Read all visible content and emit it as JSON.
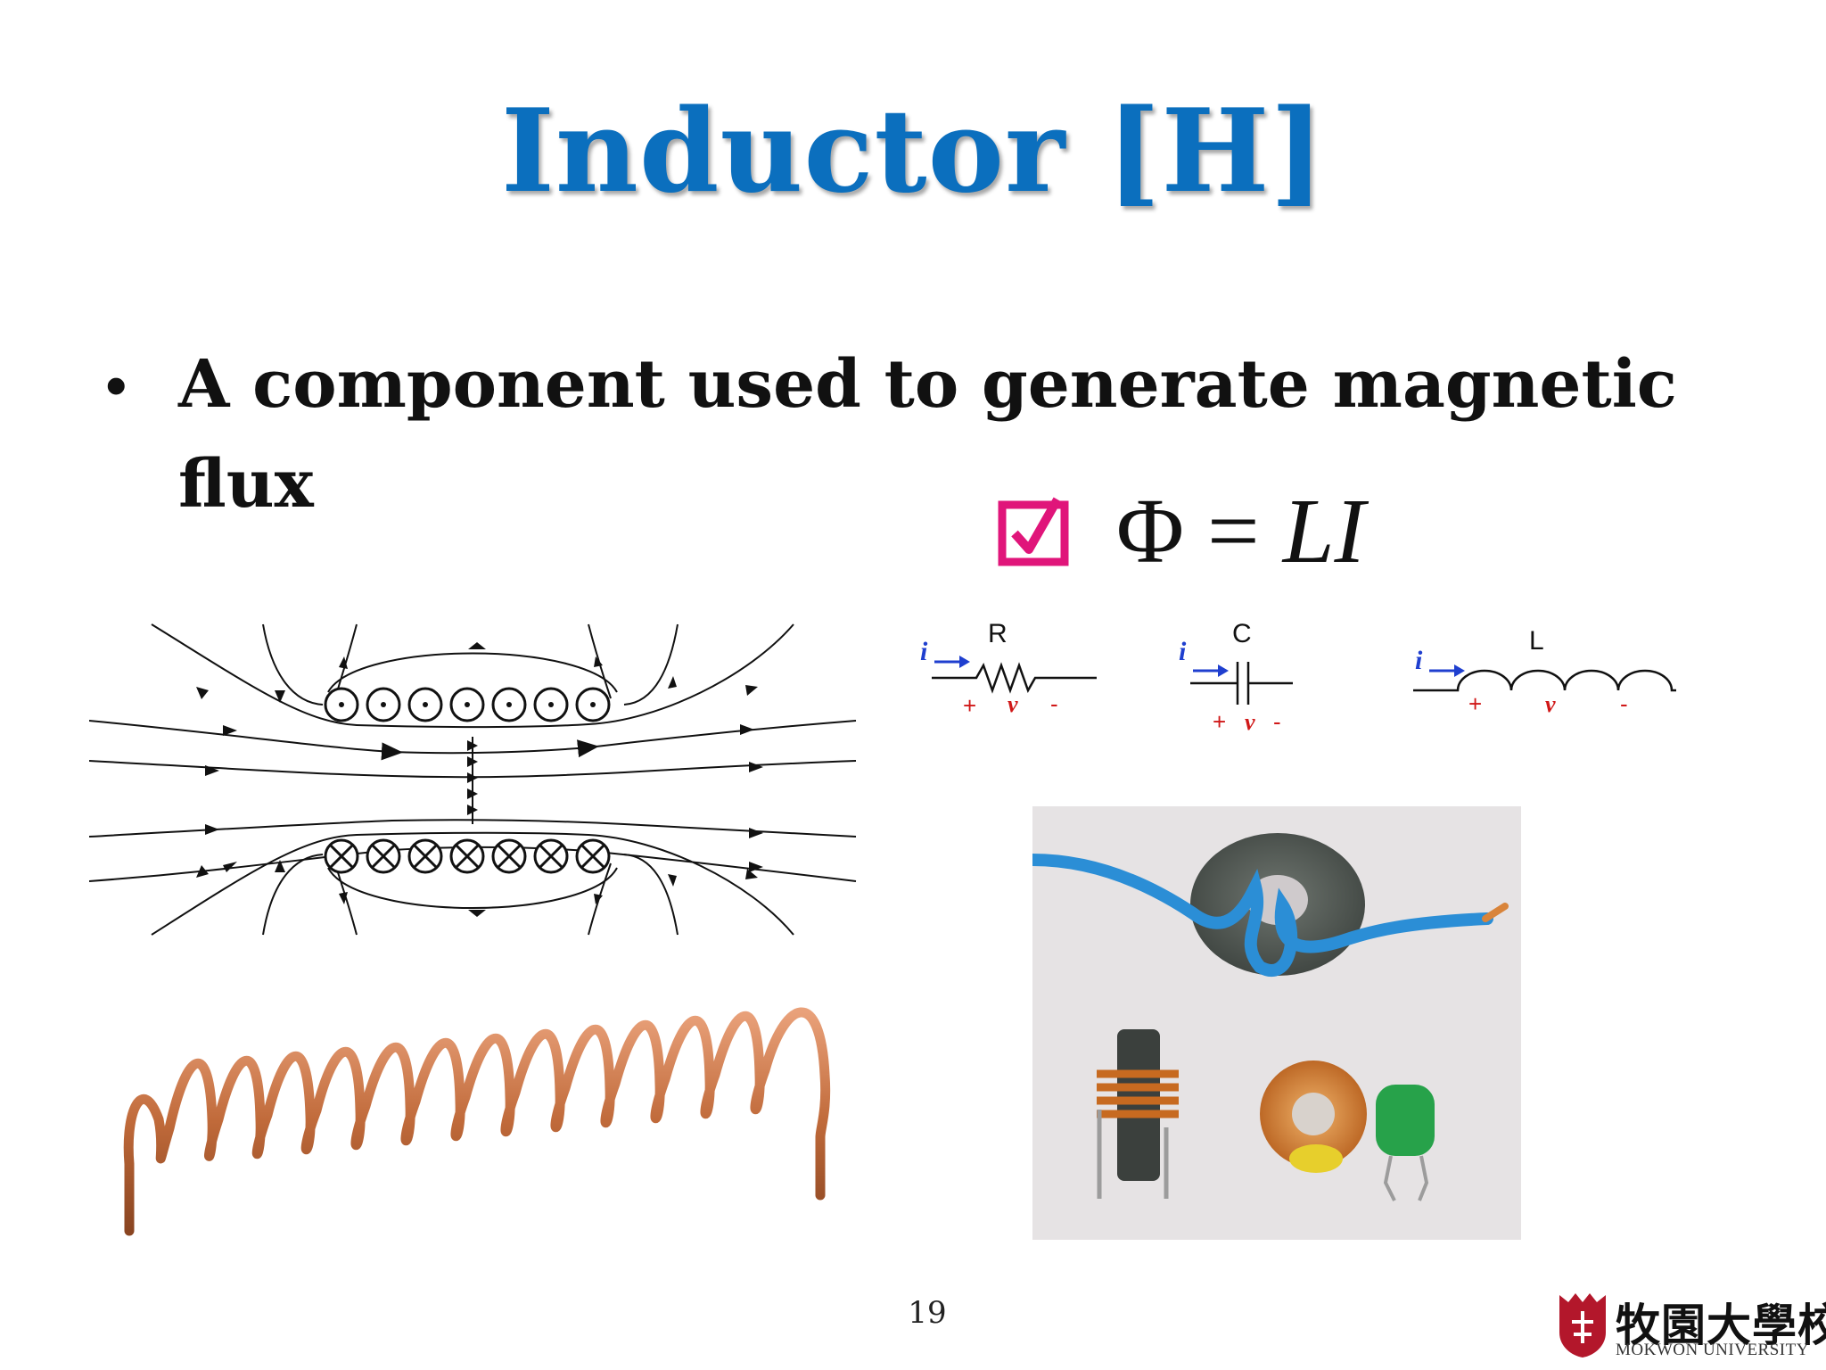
{
  "slide": {
    "title": "Inductor [H]",
    "bullet": "A component used to generate magnetic flux",
    "equation": {
      "lhs": "Φ",
      "op": "=",
      "rhs": "LI"
    },
    "page_number": "19"
  },
  "circuit_symbols": [
    {
      "name": "R",
      "current": "i",
      "plus": "+",
      "voltage": "v",
      "minus": "-"
    },
    {
      "name": "C",
      "current": "i",
      "plus": "+",
      "voltage": "v",
      "minus": "-"
    },
    {
      "name": "L",
      "current": "i",
      "plus": "+",
      "voltage": "v",
      "minus": "-"
    }
  ],
  "logo": {
    "name_cjk": "牧園大學校",
    "name_en": "MOKWON UNIVERSITY"
  },
  "colors": {
    "title": "#0b6fbe",
    "checkbox": "#e0157a",
    "current_arrow": "#1f3fcf",
    "voltage": "#d01818",
    "copper": "#c06a3a"
  },
  "icons": {
    "checkbox": "checkbox-icon",
    "logo": "university-emblem-icon"
  }
}
